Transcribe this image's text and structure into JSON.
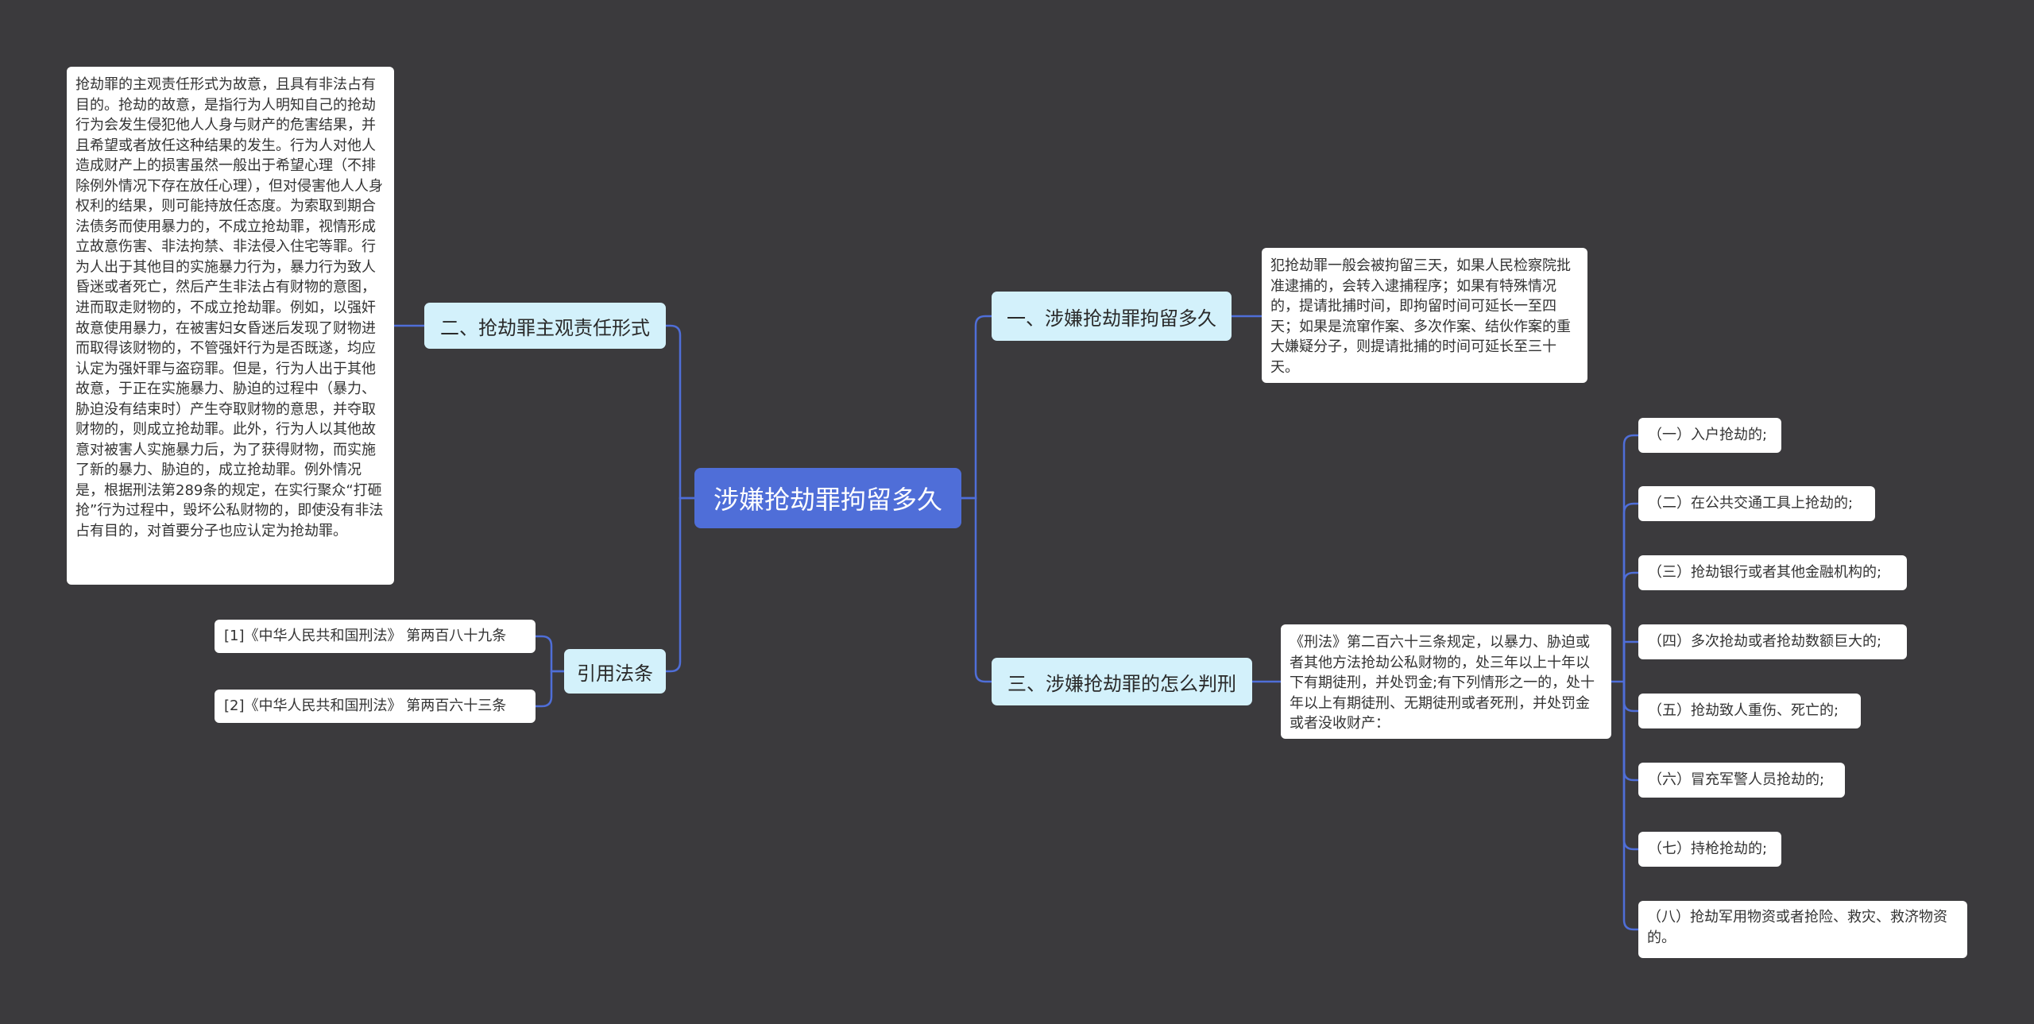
{
  "root": {
    "label": "涉嫌抢劫罪拘留多久"
  },
  "branches": {
    "detention": {
      "label": "一、涉嫌抢劫罪拘留多久"
    },
    "subjective": {
      "label": "二、抢劫罪主观责任形式"
    },
    "sentencing": {
      "label": "三、涉嫌抢劫罪的怎么判刑"
    },
    "citations": {
      "label": "引用法条"
    }
  },
  "leaves": {
    "subjective_text": "抢劫罪的主观责任形式为故意，且具有非法占有目的。抢劫的故意，是指行为人明知自己的抢劫行为会发生侵犯他人人身与财产的危害结果，并且希望或者放任这种结果的发生。行为人对他人造成财产上的损害虽然一般出于希望心理（不排除例外情况下存在放任心理），但对侵害他人人身权利的结果，则可能持放任态度。为索取到期合法债务而使用暴力的，不成立抢劫罪，视情形成立故意伤害、非法拘禁、非法侵入住宅等罪。行为人出于其他目的实施暴力行为，暴力行为致人昏迷或者死亡，然后产生非法占有财物的意图，进而取走财物的，不成立抢劫罪。例如，以强奸故意使用暴力，在被害妇女昏迷后发现了财物进而取得该财物的，不管强奸行为是否既遂，均应认定为强奸罪与盗窃罪。但是，行为人出于其他故意，于正在实施暴力、胁迫的过程中（暴力、胁迫没有结束时）产生夺取财物的意思，并夺取财物的，则成立抢劫罪。此外，行为人以其他故意对被害人实施暴力后，为了获得财物，而实施了新的暴力、胁迫的，成立抢劫罪。例外情况是，根据刑法第289条的规定，在实行聚众“打砸抢”行为过程中，毁坏公私财物的，即使没有非法占有目的，对首要分子也应认定为抢劫罪。",
    "citation_1": "[1]《中华人民共和国刑法》 第两百八十九条",
    "citation_2": "[2]《中华人民共和国刑法》 第两百六十三条",
    "detention_text": "犯抢劫罪一般会被拘留三天，如果人民检察院批准逮捕的，会转入逮捕程序；如果有特殊情况的，提请批捕时间，即拘留时间可延长一至四天；如果是流窜作案、多次作案、结伙作案的重大嫌疑分子，则提请批捕的时间可延长至三十天。",
    "sentencing_text": "《刑法》第二百六十三条规定，以暴力、胁迫或者其他方法抢劫公私财物的，处三年以上十年以下有期徒刑，并处罚金;有下列情形之一的，处十年以上有期徒刑、无期徒刑或者死刑，并处罚金或者没收财产：",
    "circumstances": [
      "（一）入户抢劫的;",
      "（二）在公共交通工具上抢劫的;",
      "（三）抢劫银行或者其他金融机构的;",
      "（四）多次抢劫或者抢劫数额巨大的;",
      "（五）抢劫致人重伤、死亡的;",
      "（六）冒充军警人员抢劫的;",
      "（七）持枪抢劫的;",
      "（八）抢劫军用物资或者抢险、救灾、救济物资的。"
    ]
  },
  "colors": {
    "background": "#3b3a3d",
    "connector": "#4f6ed8",
    "root_fill": "#4f6ed8",
    "branch_fill": "#d3f1fb",
    "leaf_fill": "#ffffff"
  }
}
